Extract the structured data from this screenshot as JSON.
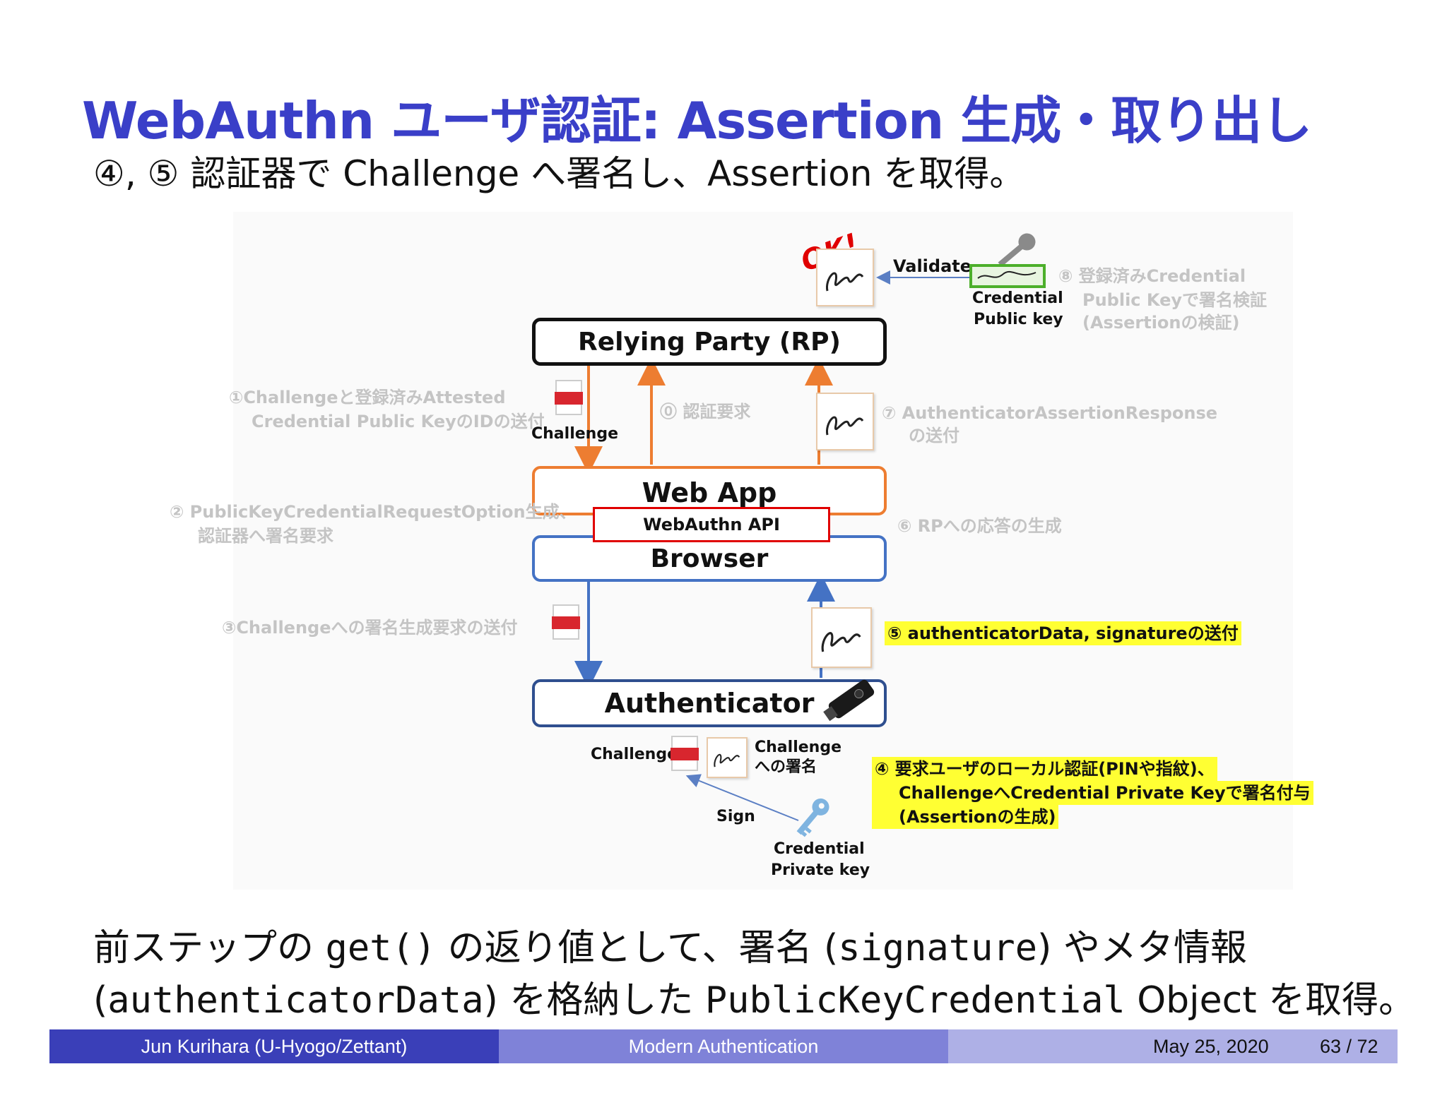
{
  "slide": {
    "title": "WebAuthn ユーザ認証: Assertion 生成・取り出し",
    "subtitle": "④, ⑤ 認証器で Challenge へ署名し、Assertion を取得。"
  },
  "diagram": {
    "rp_box": "Relying Party (RP)",
    "webapp_box": "Web App",
    "webauthn_api_box": "WebAuthn API",
    "browser_box": "Browser",
    "authenticator_box": "Authenticator",
    "ok_stamp": "OK!",
    "validate_label": "Validate",
    "credential_public_key_1": "Credential",
    "credential_public_key_2": "Public key",
    "step8_1": "⑧ 登録済みCredential",
    "step8_2": "Public Keyで署名検証",
    "step8_3": "(Assertionの検証)",
    "step1_1": "①Challengeと登録済みAttested",
    "step1_2": "Credential Public KeyのIDの送付",
    "challenge_label_top": "Challenge",
    "step0": "⓪ 認証要求",
    "step7_1": "⑦ AuthenticatorAssertionResponse",
    "step7_2": "の送付",
    "step2_1": "② PublicKeyCredentialRequestOption生成、",
    "step2_2": "認証器へ署名要求",
    "step6": "⑥ RPへの応答の生成",
    "step3": "③Challengeへの署名生成要求の送付",
    "step5": "⑤ authenticatorData, signatureの送付",
    "challenge_label_bottom": "Challenge",
    "challenge_sig_1": "Challenge",
    "challenge_sig_2": "への署名",
    "step4_1": "④ 要求ユーザのローカル認証(PINや指紋)、",
    "step4_2": "ChallengeへCredential Private Keyで署名付与",
    "step4_3": "(Assertionの生成)",
    "sign_label": "Sign",
    "credential_private_key_1": "Credential",
    "credential_private_key_2": "Private key"
  },
  "body": {
    "line1_a": "前ステップの ",
    "line1_code1": "get()",
    "line1_b": " の返り値として、署名 (",
    "line1_code2": "signature",
    "line1_c": ") やメタ情報",
    "line2_a": "(",
    "line2_code1": "authenticatorData",
    "line2_b": ") を格納した ",
    "line2_code2": "PublicKeyCredential",
    "line2_c": " Object を取得。"
  },
  "footer": {
    "author": "Jun Kurihara  (U-Hyogo/Zettant)",
    "talk": "Modern Authentication",
    "date": "May 25, 2020",
    "page": "63 / 72"
  },
  "colors": {
    "title": "#3a3fc8",
    "orange": "#ed7d31",
    "blue": "#4472c4",
    "red": "#e00000",
    "highlight": "#ffff33",
    "footer_dark": "#3a3fb8",
    "footer_mid": "#7f82d8",
    "footer_light": "#aeb0e6"
  }
}
